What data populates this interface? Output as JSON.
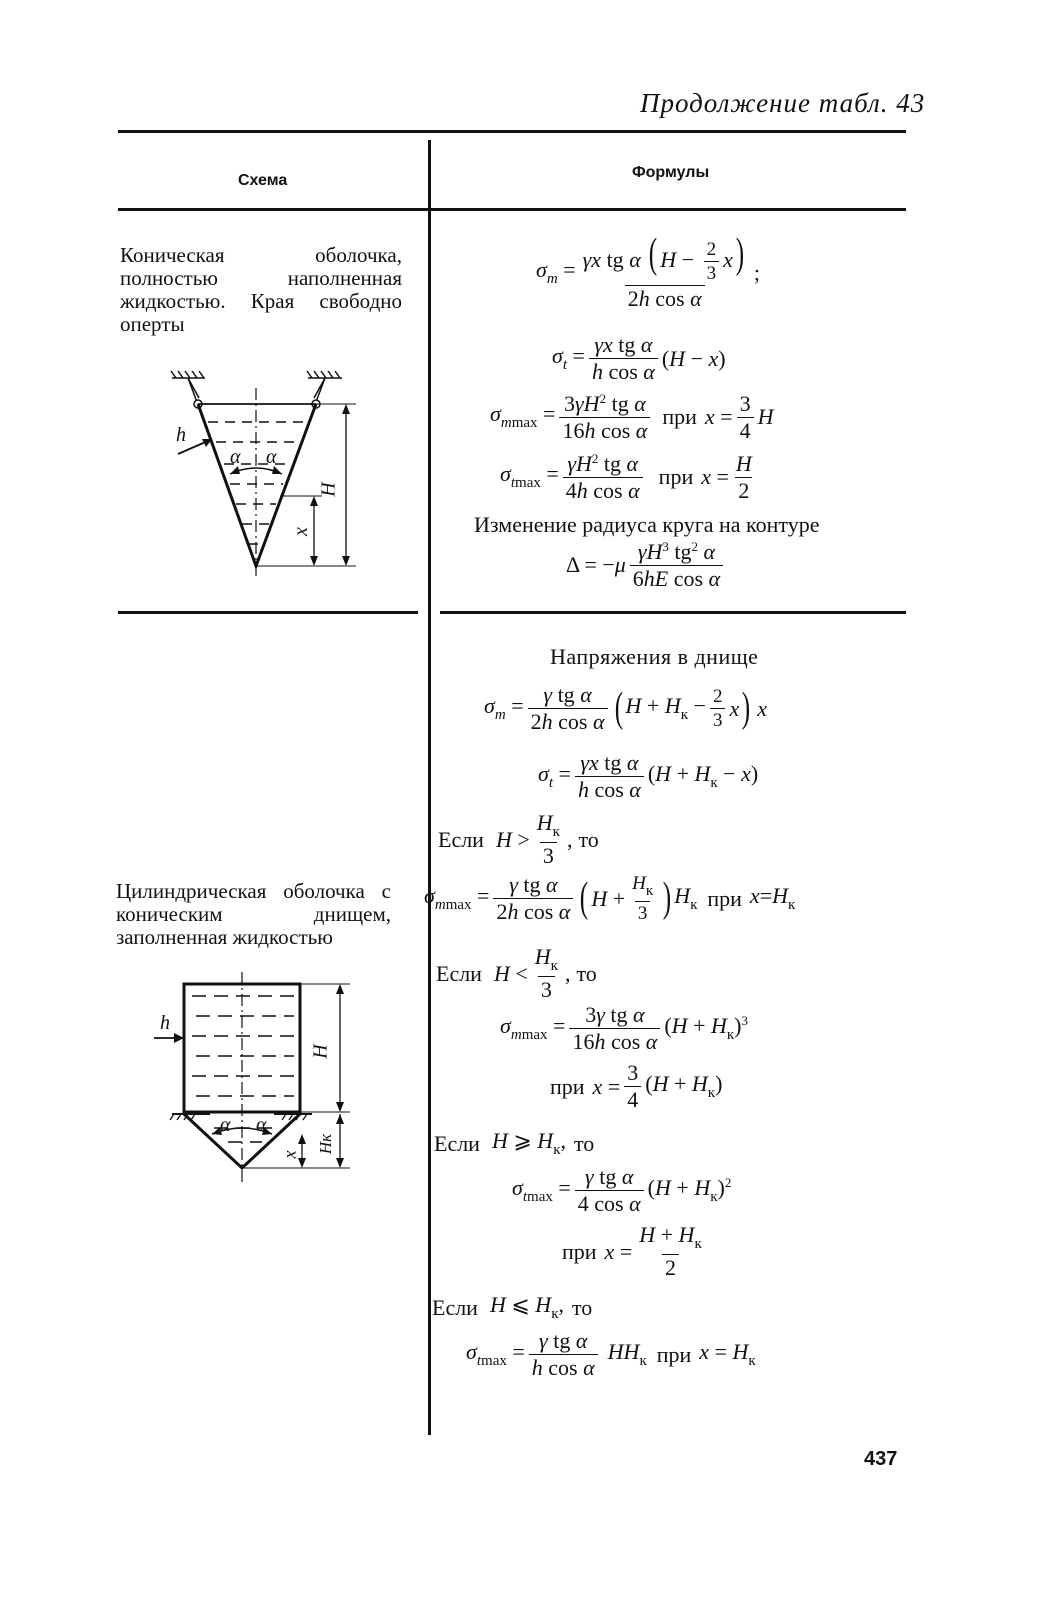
{
  "running_head": "Продолжение табл. 43",
  "columns": {
    "scheme": "Схема",
    "formulas": "Формулы"
  },
  "row1": {
    "description": "Коническая оболочка, полностью наполненная жидкостью. Края свободно оперты",
    "figure_labels": {
      "h": "h",
      "alpha_left": "α",
      "alpha_right": "α",
      "H": "H",
      "x": "x"
    },
    "intro_text": "Изменение радиуса круга на контуре",
    "word_pri": "при"
  },
  "row2": {
    "description": "Цилиндрическая оболочка с коническим днищем, заполненная жидкостью",
    "figure_labels": {
      "h": "h",
      "alpha_left": "α",
      "alpha_right": "α",
      "H": "H",
      "Hk": "Hк",
      "x": "x"
    },
    "intro_text": "Напряжения в днище",
    "word_esli": "Если",
    "word_to": "то",
    "word_pri": "при"
  },
  "page_number": "437"
}
